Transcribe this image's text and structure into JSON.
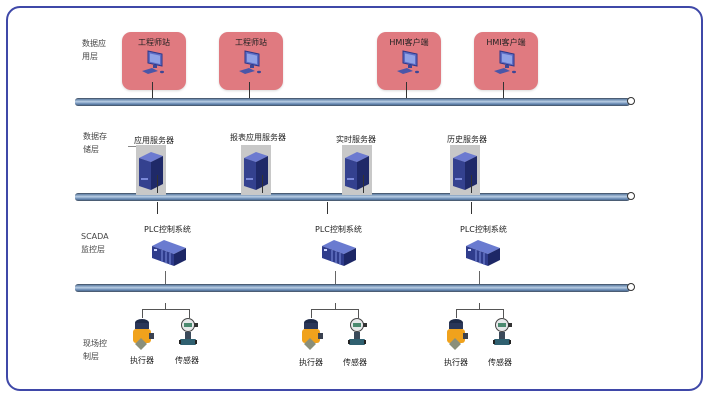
{
  "layers": [
    {
      "id": "application",
      "label": "数据应\n用层"
    },
    {
      "id": "storage",
      "label": "数据存\n储层"
    },
    {
      "id": "scada",
      "label": "SCADA\n监控层"
    },
    {
      "id": "field",
      "label": "现场控\n制层"
    }
  ],
  "application_nodes": [
    {
      "label": "工程师站",
      "icon": "computer-icon"
    },
    {
      "label": "工程师站",
      "icon": "computer-icon"
    },
    {
      "label": "HMI客户端",
      "icon": "computer-icon"
    },
    {
      "label": "HMI客户端",
      "icon": "computer-icon"
    }
  ],
  "storage_nodes": [
    {
      "label": "应用服务器",
      "icon": "server-icon"
    },
    {
      "label": "报表应用服务器",
      "icon": "server-icon"
    },
    {
      "label": "实时服务器",
      "icon": "server-icon"
    },
    {
      "label": "历史服务器",
      "icon": "server-icon"
    }
  ],
  "scada_nodes": [
    {
      "label": "PLC控制系统",
      "icon": "plc-icon"
    },
    {
      "label": "PLC控制系统",
      "icon": "plc-icon"
    },
    {
      "label": "PLC控制系统",
      "icon": "plc-icon"
    }
  ],
  "field_groups": [
    {
      "actuator": "执行器",
      "sensor": "传感器"
    },
    {
      "actuator": "执行器",
      "sensor": "传感器"
    },
    {
      "actuator": "执行器",
      "sensor": "传感器"
    }
  ],
  "colors": {
    "frame": "#3f48a8",
    "station_fill": "#e07a80",
    "pipe": "#7d9cc2",
    "server_bg": "#c8c8c8",
    "device_body": "#3b4a8c",
    "actuator": "#f0a21c"
  }
}
